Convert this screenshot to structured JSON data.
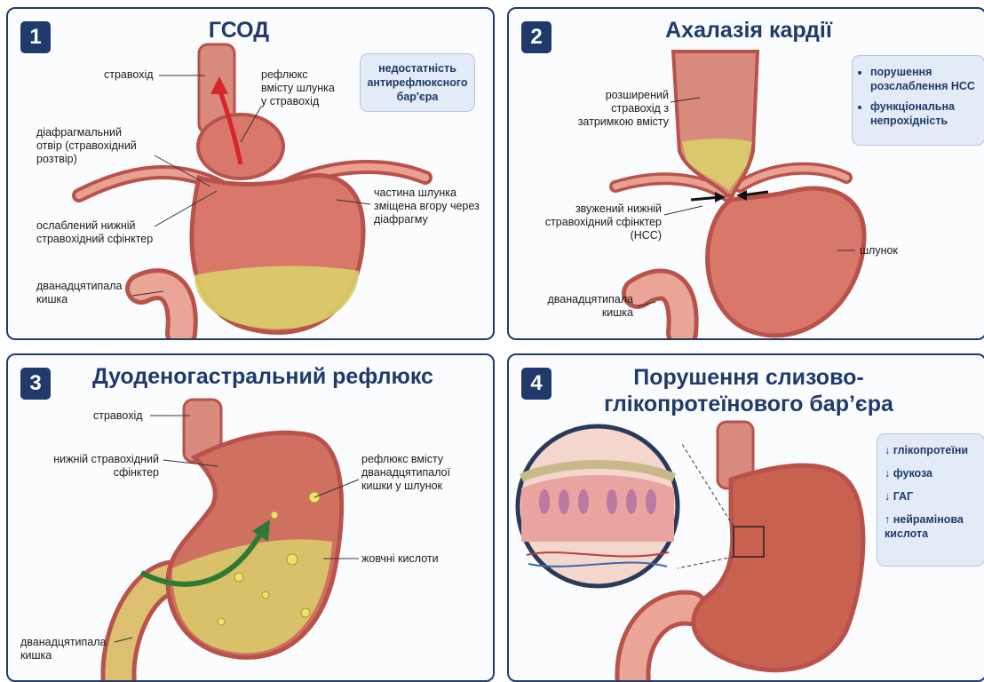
{
  "panels": [
    {
      "number": "1",
      "title": "ГСОД",
      "labels": {
        "esophagus": "стравохід",
        "reflux": "рефлюкс\nвмісту шлунка\nу стравохід",
        "hiatus": "діафрагмальний\nотвір (стравохідний\nрозтвір)",
        "weak_les": "ослаблений нижній\nстравохідний сфінктер",
        "duodenum": "дванадцятипала\nкишка",
        "stomach_part": "частина шлунка\nзміщена вгору через\nдіафрагму"
      },
      "box": "недостатність\nантирефлюксного\nбар'єра"
    },
    {
      "number": "2",
      "title": "Ахалазія кардії",
      "labels": {
        "dilated": "розширений\nстравохід з\nзатримкою вмісту",
        "narrowed": "звужений нижній\nстравохідний сфінктер\n(НСС)",
        "duodenum": "дванадцятипала\nкишка",
        "stomach": "шлунок"
      },
      "bullets": [
        "порушення розслаблення НСС",
        "функціональна непрохідність"
      ]
    },
    {
      "number": "3",
      "title": "Дуоденогастральний рефлюкс",
      "labels": {
        "esophagus": "стравохід",
        "les": "нижній стравохідний\nсфінктер",
        "reflux": "рефлюкс вмісту\nдванадцятипалої\nкишки у шлунок",
        "bile": "жовчні кислоти",
        "duodenum": "дванадцятипала\nкишка"
      }
    },
    {
      "number": "4",
      "title": "Порушення слизово-\nглікопротеїнового бар’єра",
      "list": [
        "↓ глікопротеїни",
        "↓ фукоза",
        "↓ ГАГ",
        "↑ нейрамінова\nкислота"
      ]
    }
  ],
  "colors": {
    "navy": "#1f3a6b",
    "tissue": "#e58c7a",
    "tissue_dark": "#b8524a",
    "mucosa": "#d9776a",
    "bile": "#d9cf6a",
    "arrow_red": "#d8242a",
    "arrow_green": "#2e7a35"
  }
}
